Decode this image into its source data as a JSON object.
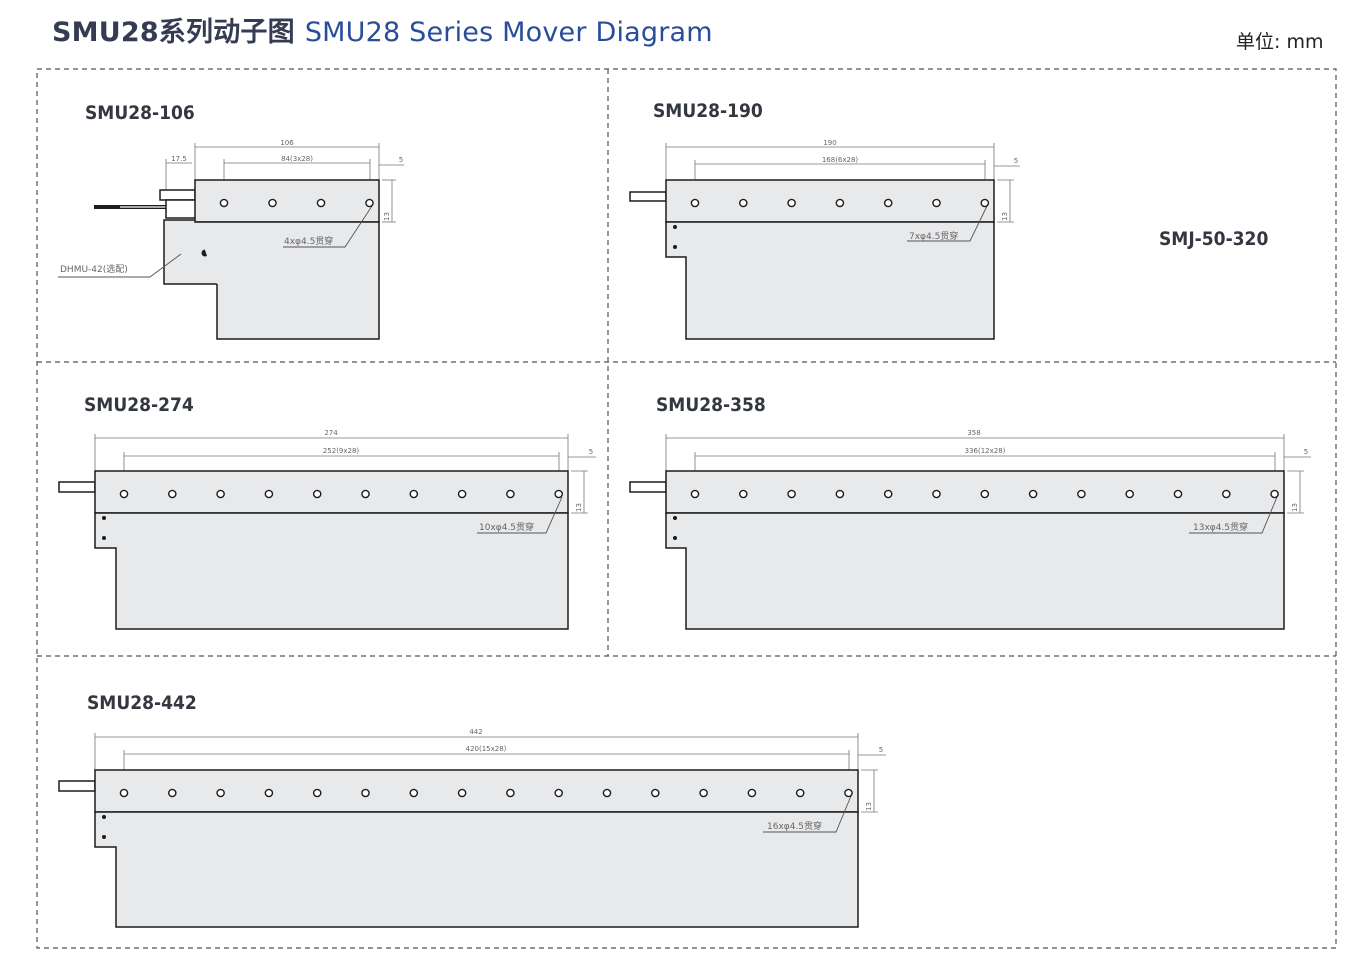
{
  "header": {
    "title_zh": "SMU28系列动子图",
    "title_en": "SMU28 Series Mover Diagram",
    "unit": "单位: mm"
  },
  "colors": {
    "title_zh": "#353b52",
    "title_en": "#2a4d9a",
    "part_fill": "#e8e9eb",
    "stroke": "#1c1c1c",
    "dim_line": "#777777",
    "border_dash": "#555555"
  },
  "panels": [
    {
      "label": "SMU28-106",
      "dims": {
        "overall": "106",
        "pitch": "84(3x28)",
        "offset": "17.5",
        "edge": "5",
        "height": "13"
      },
      "hole_note": "4xφ4.5贯穿",
      "accessory_note": "DHMU-42(选配)"
    },
    {
      "label": "SMU28-190",
      "dims": {
        "overall": "190",
        "pitch": "168(6x28)",
        "edge": "5",
        "height": "13"
      },
      "hole_note": "7xφ4.5贯穿"
    },
    {
      "label": "SMU28-274",
      "dims": {
        "overall": "274",
        "pitch": "252(9x28)",
        "edge": "5",
        "height": "13"
      },
      "hole_note": "10xφ4.5贯穿"
    },
    {
      "label": "SMU28-358",
      "dims": {
        "overall": "358",
        "pitch": "336(12x28)",
        "edge": "5",
        "height": "13"
      },
      "hole_note": "13xφ4.5贯穿"
    },
    {
      "label": "SMU28-442",
      "dims": {
        "overall": "442",
        "pitch": "420(15x28)",
        "edge": "5",
        "height": "13"
      },
      "hole_note": "16xφ4.5贯穿"
    }
  ],
  "side_label": "SMJ-50-320"
}
